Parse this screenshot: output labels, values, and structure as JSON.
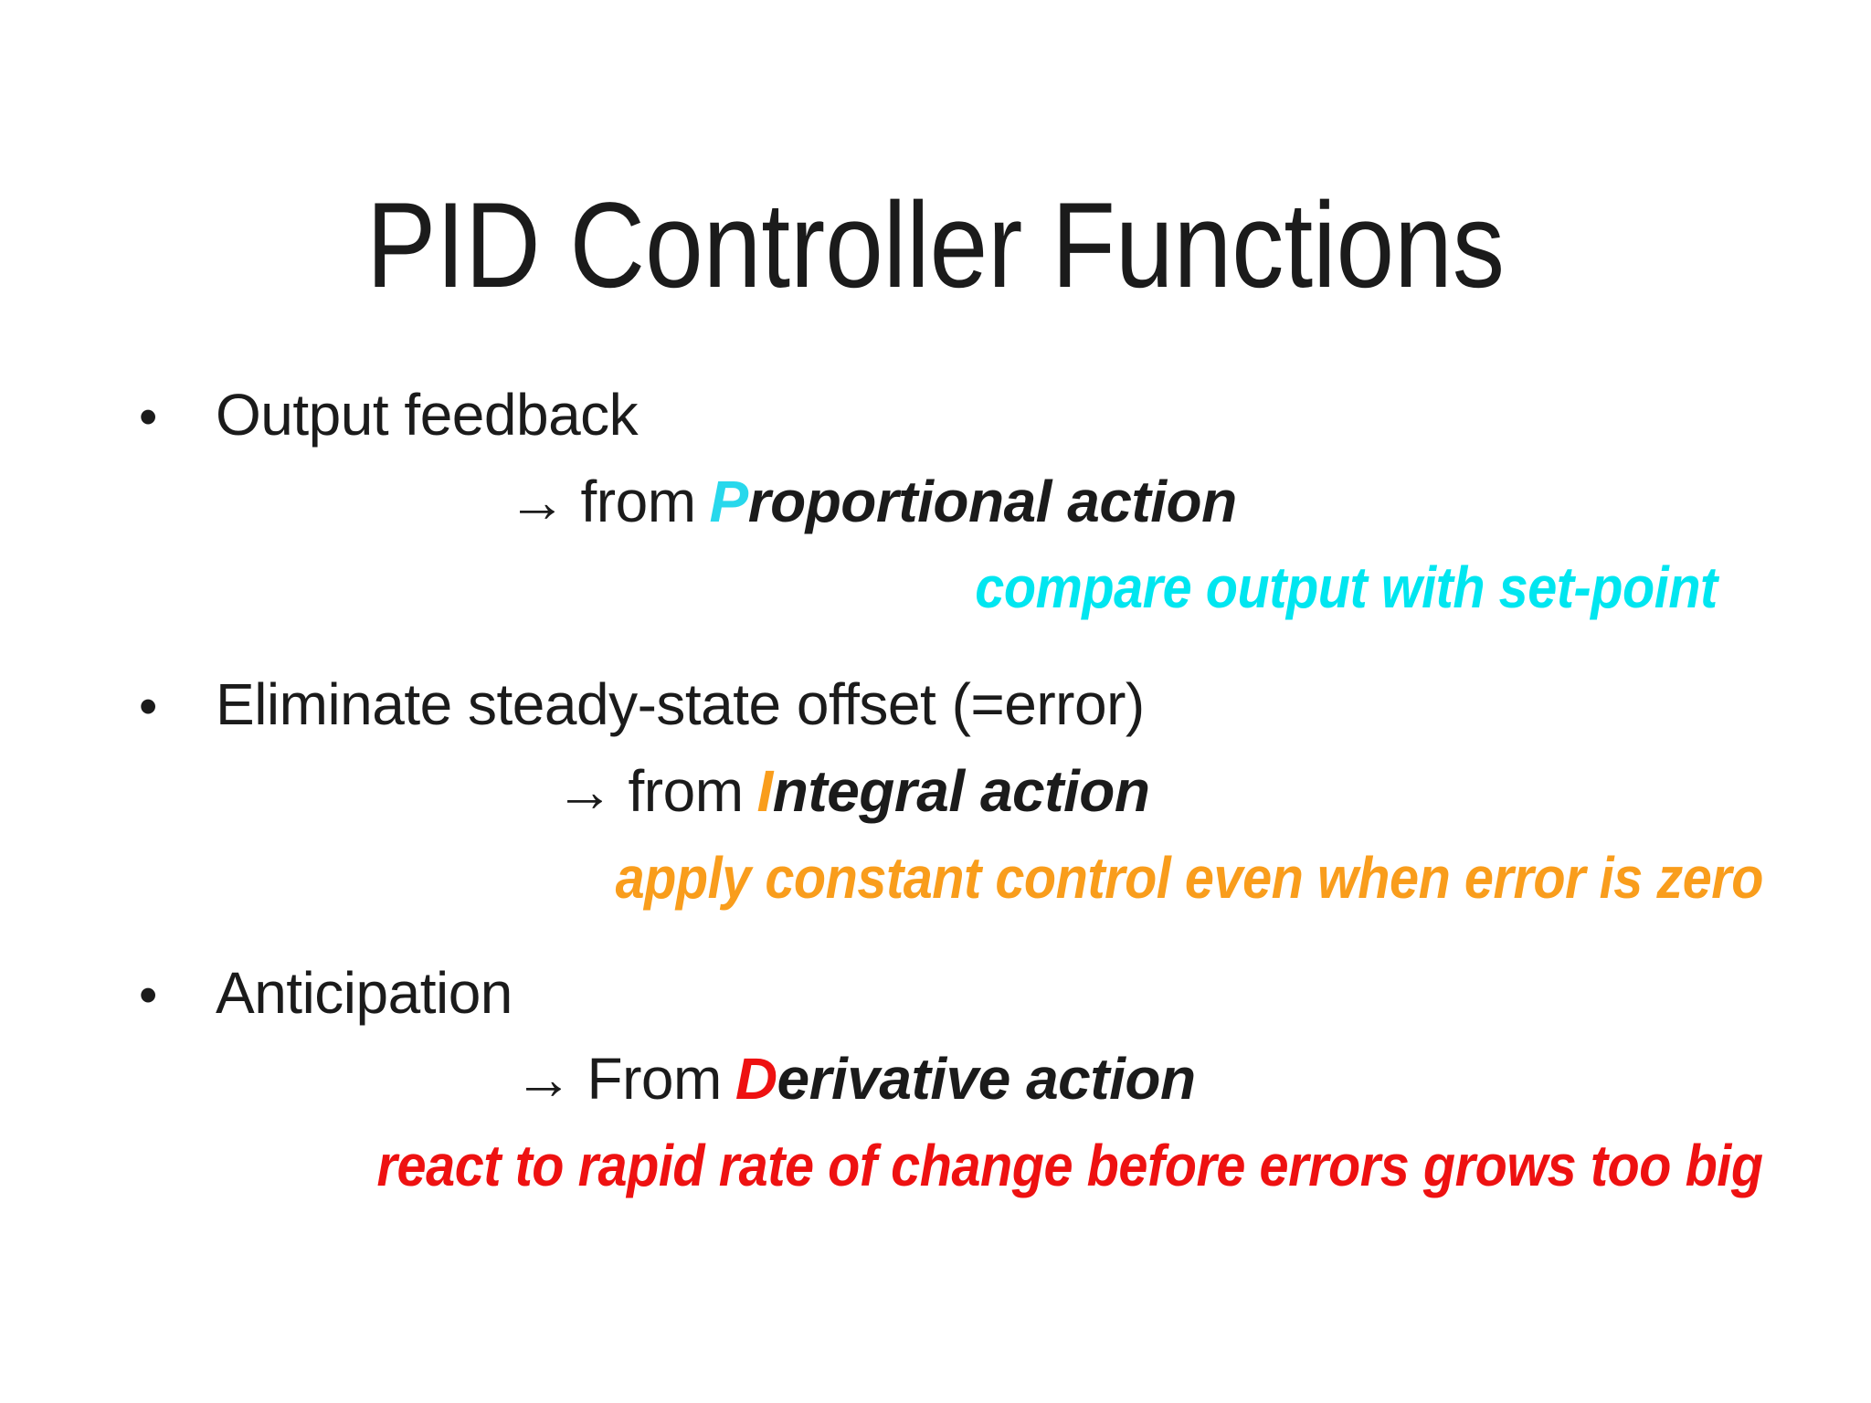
{
  "slide": {
    "background": "#FFFFFF",
    "text_color": "#1B1B1B",
    "title": "PID Controller Functions",
    "groups": [
      {
        "bullet": "•",
        "heading": "Output feedback",
        "arrow": "→",
        "from_word": "from",
        "action_initial": "P",
        "action_rest": "roportional action",
        "note": "compare output with set-point",
        "colors": {
          "initial": "#28D8EC",
          "note": "#00E6F0"
        }
      },
      {
        "bullet": "•",
        "heading": "Eliminate steady-state offset (=error)",
        "arrow": "→",
        "from_word": "from",
        "action_initial": "I",
        "action_rest": "ntegral action",
        "note": "apply constant control even when error is zero",
        "colors": {
          "initial": "#F99D1C",
          "note": "#F99D1C"
        }
      },
      {
        "bullet": "•",
        "heading": "Anticipation",
        "arrow": "→",
        "from_word": "From",
        "action_initial": "D",
        "action_rest": "erivative action",
        "note": "react to rapid rate of change before errors grows too big",
        "colors": {
          "initial": "#EE1111",
          "note": "#EE1111"
        }
      }
    ]
  }
}
